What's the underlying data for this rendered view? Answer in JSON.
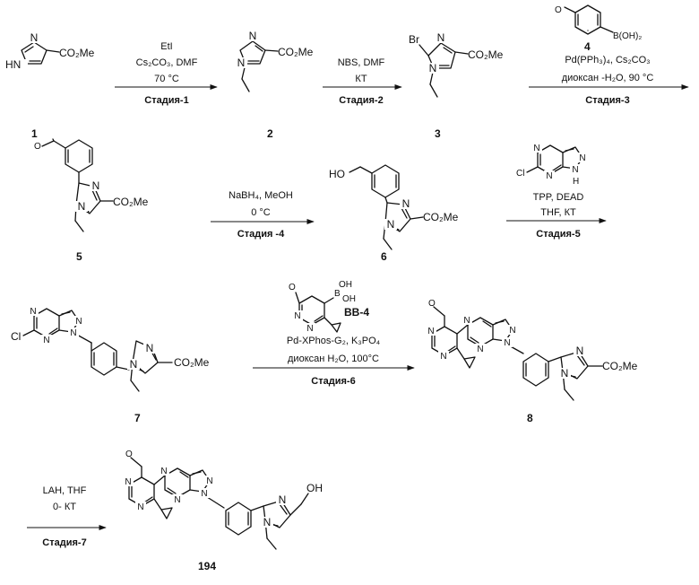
{
  "compounds": {
    "c1": {
      "number": "1",
      "ester": "CO₂Me",
      "nh": "HN"
    },
    "c2": {
      "number": "2",
      "ester": "CO₂Me"
    },
    "c3": {
      "number": "3",
      "ester": "CO₂Me",
      "br": "Br"
    },
    "c4": {
      "number": "4",
      "boron": "B(OH)₂"
    },
    "c5": {
      "number": "5",
      "ester": "CO₂Me"
    },
    "c6": {
      "number": "6",
      "ester": "CO₂Me",
      "ho": "HO"
    },
    "c7": {
      "number": "7",
      "ester": "CO₂Me",
      "cl": "Cl"
    },
    "c8": {
      "number": "8",
      "ester": "CO₂Me"
    },
    "c194": {
      "number": "194",
      "oh": "OH"
    },
    "bb4": {
      "label": "BB-4",
      "b": "B",
      "oh1": "OH",
      "oh2": "OH"
    },
    "pyrazolopyrimidine": {
      "cl": "Cl",
      "h": "H"
    }
  },
  "steps": {
    "s1": {
      "line1": "EtI",
      "line2": "Cs₂CO₃, DMF",
      "line3": "70 °C",
      "stage": "Стадия-1"
    },
    "s2": {
      "line1": "NBS, DMF",
      "line2": "КТ",
      "stage": "Стадия-2"
    },
    "s3": {
      "line1": "Pd(PPh₃)₄, Cs₂CO₃",
      "line2": "диоксан -H₂O, 90 °C",
      "stage": "Стадия-3"
    },
    "s4": {
      "line1": "NaBH₄, MeOH",
      "line2": "0 °C",
      "stage": "Стадия -4"
    },
    "s5": {
      "line1": "TPP, DEAD",
      "line2": "THF, КТ",
      "stage": "Стадия-5"
    },
    "s6": {
      "line1": "Pd-XPhos-G₂, K₃PO₄",
      "line2": "диоксан H₂O, 100°C",
      "stage": "Стадия-6"
    },
    "s7": {
      "line1": "LAH, THF",
      "line2": "0- КТ",
      "stage": "Стадия-7"
    }
  },
  "atoms": {
    "N": "N",
    "O": "O"
  }
}
